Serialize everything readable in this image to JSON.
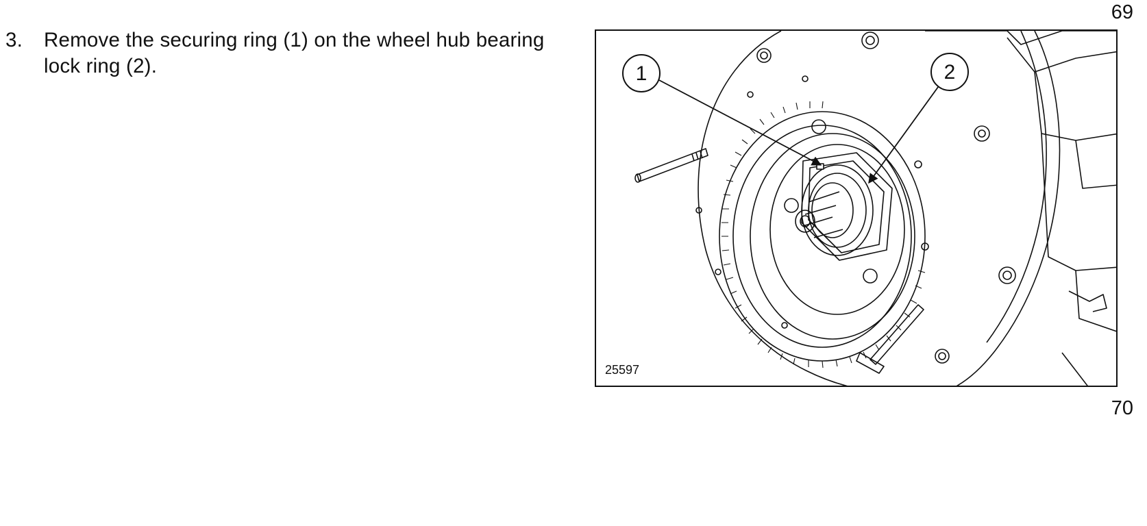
{
  "step": {
    "number": "3.",
    "text": "Remove the securing ring (1) on the wheel hub bearing lock ring (2)."
  },
  "page_numbers": {
    "top": "69",
    "bottom": "70"
  },
  "figure": {
    "id": "25597",
    "callouts": [
      {
        "label": "1",
        "refers_to": "securing ring"
      },
      {
        "label": "2",
        "refers_to": "wheel hub bearing lock ring"
      }
    ]
  }
}
